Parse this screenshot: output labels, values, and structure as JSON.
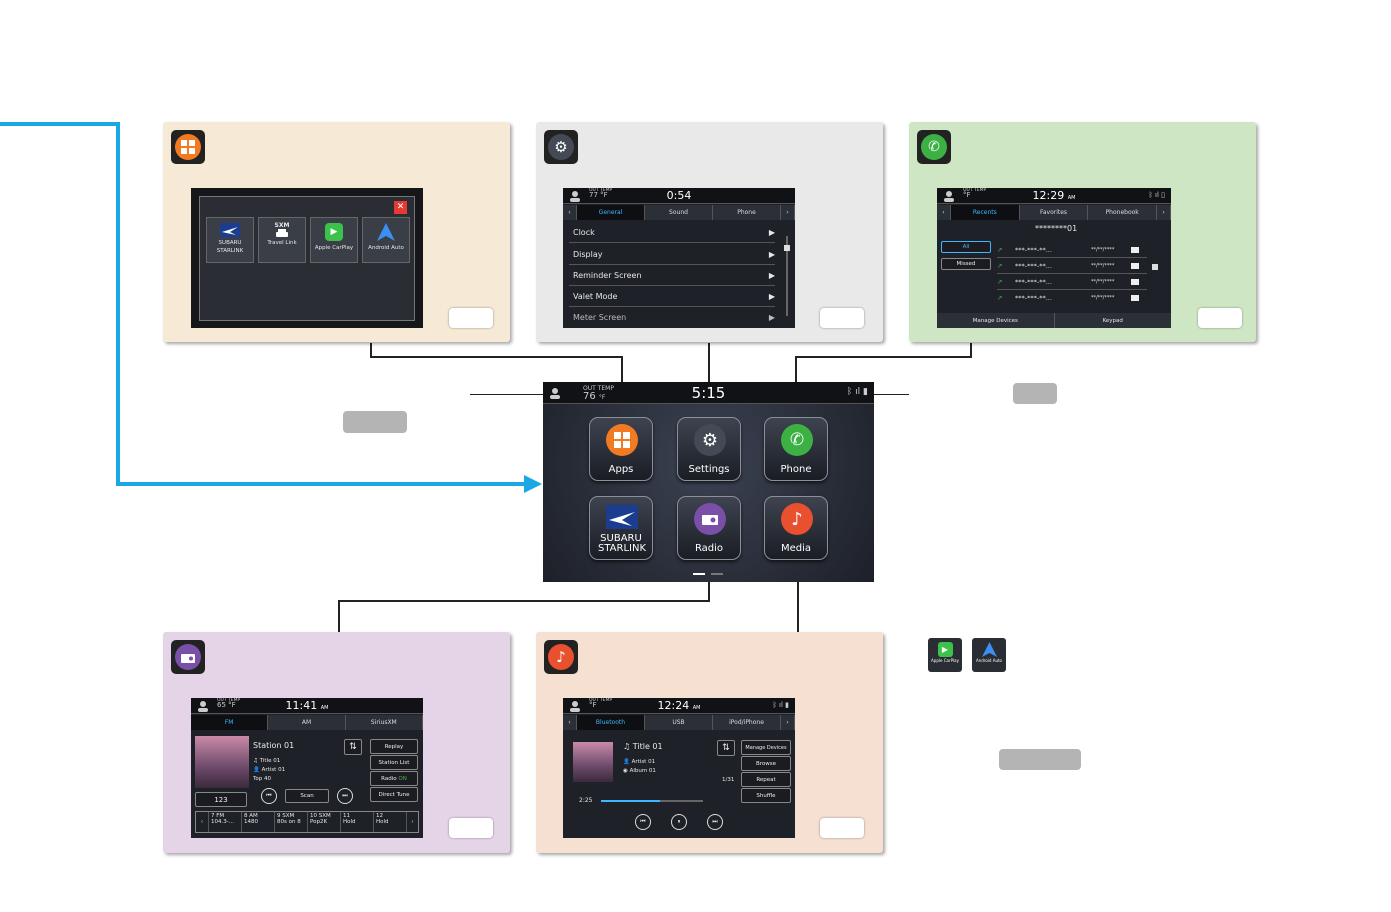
{
  "colors": {
    "apps_orange": "#f27a22",
    "settings_gray": "#444a55",
    "phone_green": "#3cb043",
    "radio_purple": "#7a4fa8",
    "media_red": "#e8502e",
    "arrow_blue": "#1aa7e6",
    "apps_bg": "#f6e9d5",
    "settings_bg": "#e9e9e9",
    "phone_bg": "#cfe6c5",
    "radio_bg": "#e5d4e8",
    "media_bg": "#f5e0d2"
  },
  "icons": {
    "apps": "grid-icon",
    "settings": "gear-icon",
    "phone": "phone-icon",
    "radio": "radio-icon",
    "media": "music-note-icon",
    "bluetooth": "bluetooth-icon",
    "user": "user-icon"
  },
  "apps_screen": {
    "items": [
      "SUBARU STARLINK",
      "Travel Link",
      "Apple CarPlay",
      "Android Auto"
    ],
    "sxm": "SXM"
  },
  "settings_screen": {
    "temp_label": "OUT TEMP",
    "temp": "77",
    "unit": "°F",
    "clock": "0:54",
    "tabs": [
      "General",
      "Sound",
      "Phone"
    ],
    "rows": [
      "Clock",
      "Display",
      "Reminder Screen",
      "Valet Mode",
      "Meter Screen"
    ]
  },
  "phone_screen": {
    "temp_label": "OUT TEMP",
    "unit": "°F",
    "clock": "12:29",
    "ampm": "AM",
    "tabs": [
      "Recents",
      "Favorites",
      "Phonebook"
    ],
    "header": "********01",
    "filters": [
      "All",
      "Missed"
    ],
    "entries": [
      "***-***-**...",
      "***-***-**...",
      "***-***-**...",
      "***-***-**..."
    ],
    "dates": [
      "**/**/****",
      "**/**/****",
      "**/**/****",
      "**/**/****"
    ],
    "footer": [
      "Manage Devices",
      "Keypad"
    ]
  },
  "home_screen": {
    "temp_label": "OUT TEMP",
    "temp": "76",
    "unit": "°F",
    "clock": "5:15",
    "tiles": [
      "Apps",
      "Settings",
      "Phone",
      "SUBARU STARLINK",
      "Radio",
      "Media"
    ]
  },
  "radio_screen": {
    "temp_label": "OUT TEMP",
    "temp": "65",
    "unit": "°F",
    "clock": "11:41",
    "ampm": "AM",
    "tabs": [
      "FM",
      "AM",
      "SiriusXM"
    ],
    "station": "Station 01",
    "title": "Title 01",
    "artist": "Artist 01",
    "genre": "Top 40",
    "buttons": [
      "Replay",
      "Station List",
      "Radio",
      "Direct Tune"
    ],
    "on": "ON",
    "freq": "123",
    "scan": "Scan",
    "presets": [
      {
        "num": "7",
        "band": "FM",
        "name": "104.3-..."
      },
      {
        "num": "8",
        "band": "AM",
        "name": "1480"
      },
      {
        "num": "9",
        "band": "SXM",
        "name": "80s on 8"
      },
      {
        "num": "10",
        "band": "SXM",
        "name": "Pop2K"
      },
      {
        "num": "11",
        "band": "",
        "name": "Hold"
      },
      {
        "num": "12",
        "band": "",
        "name": "Hold"
      }
    ]
  },
  "media_screen": {
    "temp_label": "OUT TEMP",
    "unit": "°F",
    "clock": "12:24",
    "ampm": "AM",
    "tabs": [
      "Bluetooth",
      "USB",
      "iPod/iPhone"
    ],
    "title": "Title 01",
    "artist": "Artist 01",
    "album": "Album 01",
    "track": "1/31",
    "time": "2:25",
    "progress": 0.58,
    "buttons": [
      "Manage Devices",
      "Browse",
      "Repeat",
      "Shuffle"
    ]
  },
  "projection": {
    "carplay": "Apple CarPlay",
    "android": "Android Auto"
  }
}
